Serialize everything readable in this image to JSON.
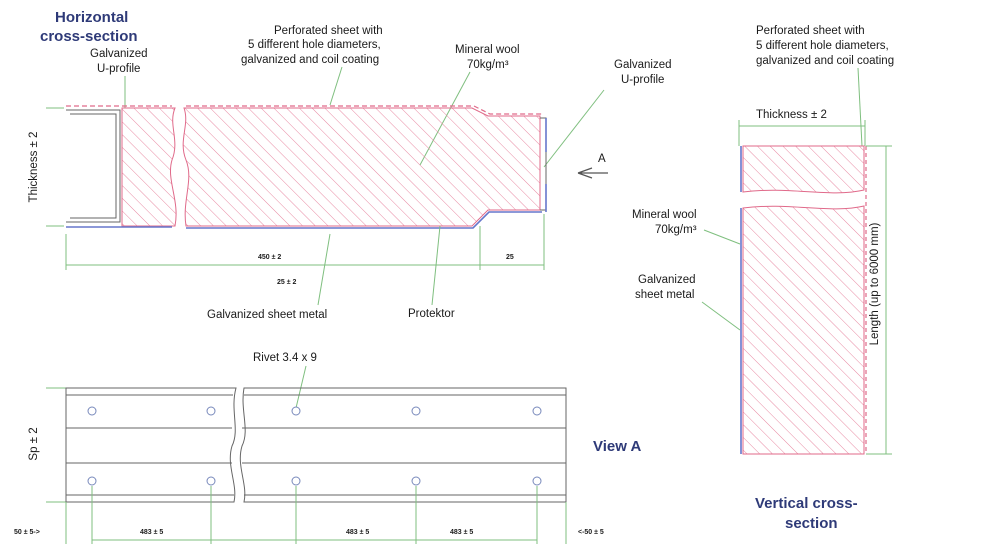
{
  "horizontal": {
    "title_line1": "Horizontal",
    "title_line2": "cross-section",
    "u_profile_left_1": "Galvanized",
    "u_profile_left_2": "U-profile",
    "perforated_1": "Perforated sheet with",
    "perforated_2": "5 different hole diameters,",
    "perforated_3": "galvanized and coil coating",
    "mineral_wool_1": "Mineral wool",
    "mineral_wool_2": "70kg/m³",
    "u_profile_right_1": "Galvanized",
    "u_profile_right_2": "U-profile",
    "thickness": "Thickness ± 2",
    "arrow_label": "A",
    "dim_450": "450 ± 2",
    "dim_25_right": "25",
    "dim_25_bottom": "25 ± 2",
    "galv_sheet_metal": "Galvanized sheet metal",
    "protektor": "Protektor"
  },
  "view_a": {
    "rivet": "Rivet 3.4 x 9",
    "sp": "Sp ± 2",
    "title": "View A",
    "dim_left": "50 ± 5->",
    "dim_483_1": "483 ± 5",
    "dim_483_2": "483 ± 5",
    "dim_483_3": "483 ± 5",
    "dim_right": "<-50 ± 5"
  },
  "vertical": {
    "perforated_1": "Perforated sheet with",
    "perforated_2": "5 different hole diameters,",
    "perforated_3": "galvanized and coil coating",
    "thickness": "Thickness ± 2",
    "mineral_wool_1": "Mineral wool",
    "mineral_wool_2": "70kg/m³",
    "galv_1": "Galvanized",
    "galv_2": "sheet metal",
    "length": "Length (up to 6000 mm)",
    "title_line1": "Vertical cross-",
    "title_line2": "section"
  }
}
